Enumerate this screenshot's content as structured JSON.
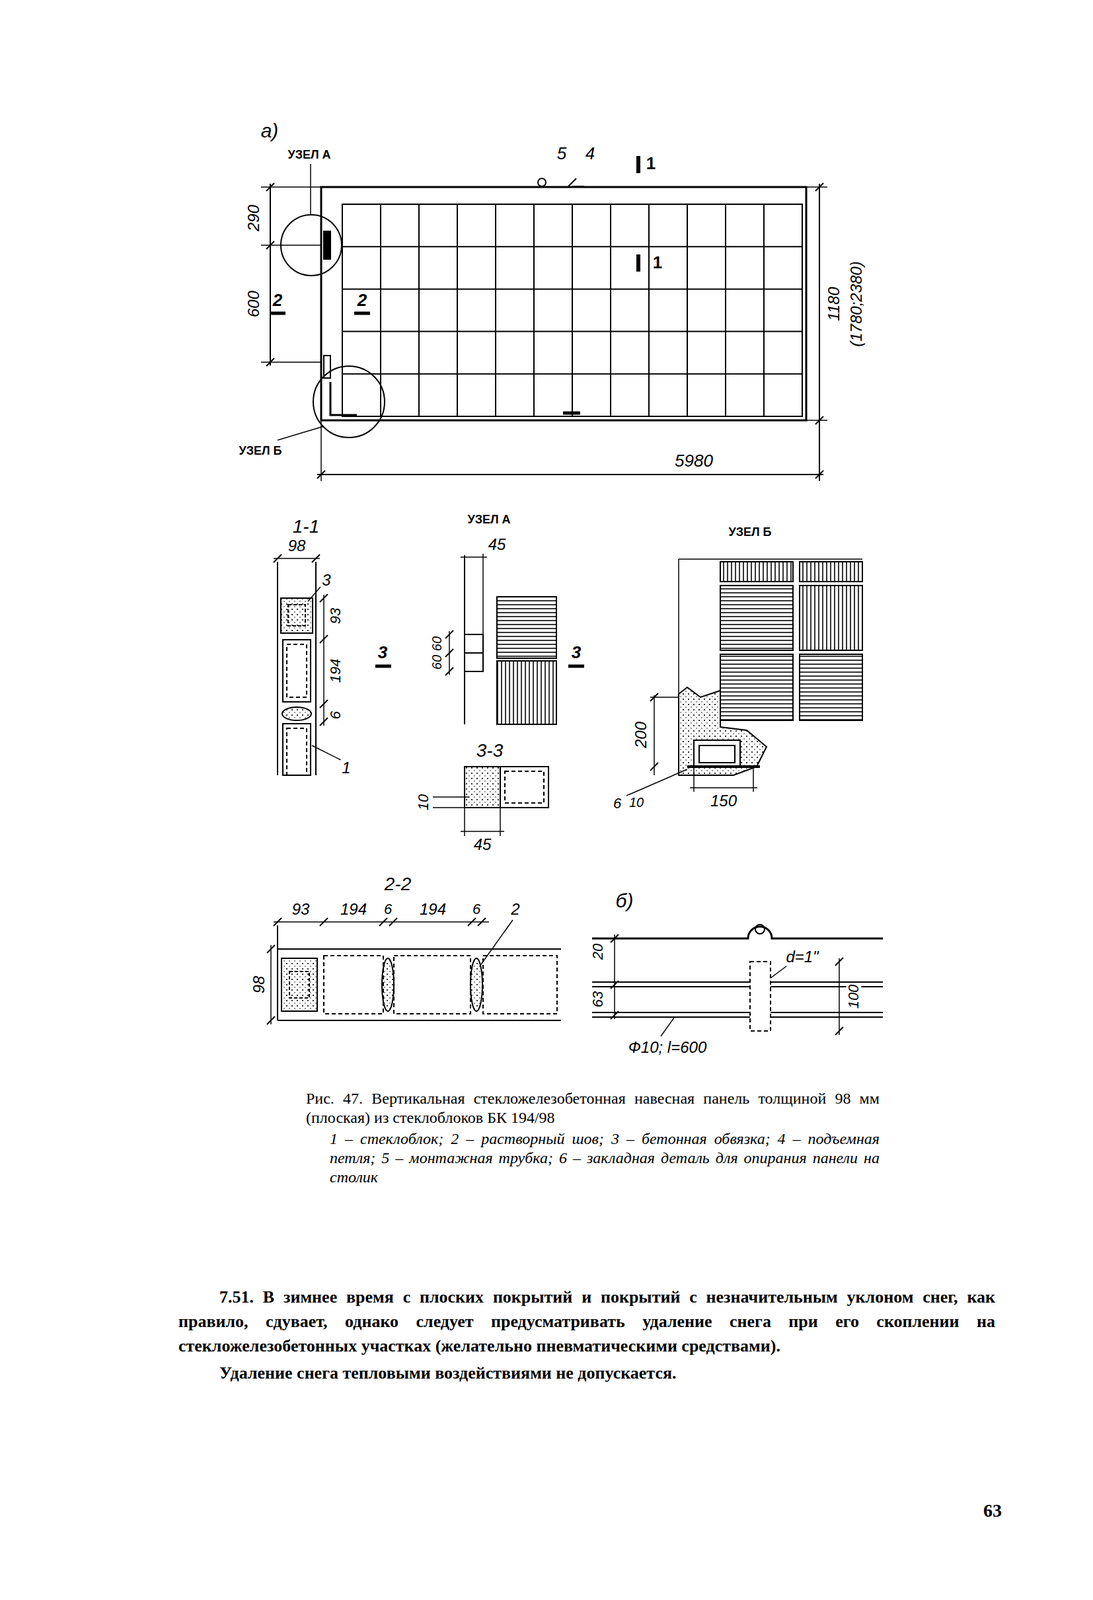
{
  "diagram": {
    "caption": "Рис. 47. Вертикальная стекложелезобетонная навесная панель толщиной 98 мм (плоская) из стеклоблоков БК 194/98",
    "labels": [
      "а)",
      "УЗЕЛ А",
      "5",
      "4",
      "1",
      "1",
      "290",
      "600",
      "2",
      "2",
      "1180",
      "(1780;2380)",
      "УЗЕЛ Б",
      "5980",
      "1-1",
      "98",
      "3",
      "93",
      "194",
      "6",
      "1",
      "УЗЕЛ А",
      "45",
      "60",
      "60",
      "3",
      "3",
      "3-3",
      "10",
      "45",
      "УЗЕЛ Б",
      "200",
      "6",
      "10",
      "150",
      "2-2",
      "93",
      "194",
      "6",
      "194",
      "6",
      "2",
      "98",
      "б)",
      "20",
      "63",
      "d=1\"",
      "100",
      "Ф10; l=600",
      "1 – стеклоблок; 2 – растворный шов; 3 – бетонная обвязка; 4 – подъемная петля; 5 – монтажная трубка; 6 – закладная деталь для опирания панели на столик",
      "7.51. В зимнее время с плоских покрытий и покрытий с незначительным уклоном снег, как правило, сдувает, однако следует предусматривать удаление снега при его скоплении на стекложелезобетонных участках (желательно пневматическими средствами).",
      "Удаление снега тепловыми воздействиями не допускается.",
      "63"
    ]
  }
}
